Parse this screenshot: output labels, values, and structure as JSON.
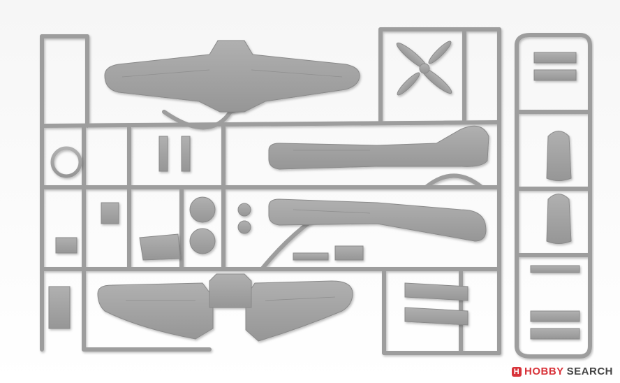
{
  "image": {
    "subject": "plastic-model-kit-sprue",
    "part_color": "#a3a3a3",
    "background_color": "#fdfdfd"
  },
  "watermark": {
    "icon": "hobby-search-logo-icon",
    "brand_part1": "HOBBY",
    "brand_part2": "SEARCH",
    "brand_color": "#d8333a"
  }
}
